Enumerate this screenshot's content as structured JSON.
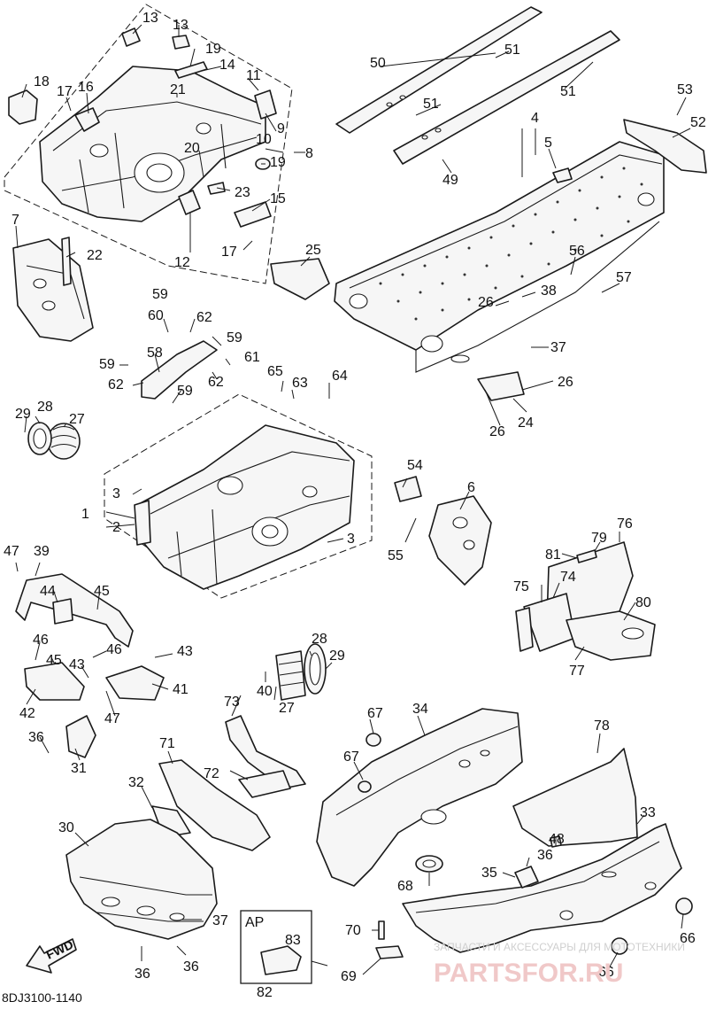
{
  "diagram": {
    "part_code": "8DJ3100-1140",
    "inset_label": "AP",
    "fwd_label": "FWD",
    "watermark_text": "ЗАПЧАСТИ И АКСЕССУАРЫ ДЛЯ МОТОТЕХНИКИ",
    "watermark_logo": "PARTSFOR.RU",
    "callouts": [
      {
        "id": "c1",
        "label": "1"
      },
      {
        "id": "c2",
        "label": "2"
      },
      {
        "id": "c3a",
        "label": "3"
      },
      {
        "id": "c3b",
        "label": "3"
      },
      {
        "id": "c4",
        "label": "4"
      },
      {
        "id": "c5",
        "label": "5"
      },
      {
        "id": "c6",
        "label": "6"
      },
      {
        "id": "c7",
        "label": "7"
      },
      {
        "id": "c8",
        "label": "8"
      },
      {
        "id": "c9",
        "label": "9"
      },
      {
        "id": "c10",
        "label": "10"
      },
      {
        "id": "c11",
        "label": "11"
      },
      {
        "id": "c12",
        "label": "12"
      },
      {
        "id": "c13a",
        "label": "13"
      },
      {
        "id": "c13b",
        "label": "13"
      },
      {
        "id": "c14",
        "label": "14"
      },
      {
        "id": "c15",
        "label": "15"
      },
      {
        "id": "c16",
        "label": "16"
      },
      {
        "id": "c17a",
        "label": "17"
      },
      {
        "id": "c17b",
        "label": "17"
      },
      {
        "id": "c18",
        "label": "18"
      },
      {
        "id": "c19a",
        "label": "19"
      },
      {
        "id": "c19b",
        "label": "19"
      },
      {
        "id": "c20",
        "label": "20"
      },
      {
        "id": "c21",
        "label": "21"
      },
      {
        "id": "c22",
        "label": "22"
      },
      {
        "id": "c23",
        "label": "23"
      },
      {
        "id": "c24",
        "label": "24"
      },
      {
        "id": "c25",
        "label": "25"
      },
      {
        "id": "c26a",
        "label": "26"
      },
      {
        "id": "c26b",
        "label": "26"
      },
      {
        "id": "c26c",
        "label": "26"
      },
      {
        "id": "c27a",
        "label": "27"
      },
      {
        "id": "c27b",
        "label": "27"
      },
      {
        "id": "c28a",
        "label": "28"
      },
      {
        "id": "c28b",
        "label": "28"
      },
      {
        "id": "c29a",
        "label": "29"
      },
      {
        "id": "c29b",
        "label": "29"
      },
      {
        "id": "c30",
        "label": "30"
      },
      {
        "id": "c31",
        "label": "31"
      },
      {
        "id": "c32",
        "label": "32"
      },
      {
        "id": "c33",
        "label": "33"
      },
      {
        "id": "c34",
        "label": "34"
      },
      {
        "id": "c35",
        "label": "35"
      },
      {
        "id": "c36a",
        "label": "36"
      },
      {
        "id": "c36b",
        "label": "36"
      },
      {
        "id": "c36c",
        "label": "36"
      },
      {
        "id": "c36d",
        "label": "36"
      },
      {
        "id": "c37a",
        "label": "37"
      },
      {
        "id": "c37b",
        "label": "37"
      },
      {
        "id": "c38",
        "label": "38"
      },
      {
        "id": "c39",
        "label": "39"
      },
      {
        "id": "c40",
        "label": "40"
      },
      {
        "id": "c41",
        "label": "41"
      },
      {
        "id": "c42",
        "label": "42"
      },
      {
        "id": "c43a",
        "label": "43"
      },
      {
        "id": "c43b",
        "label": "43"
      },
      {
        "id": "c44",
        "label": "44"
      },
      {
        "id": "c45a",
        "label": "45"
      },
      {
        "id": "c45b",
        "label": "45"
      },
      {
        "id": "c46a",
        "label": "46"
      },
      {
        "id": "c46b",
        "label": "46"
      },
      {
        "id": "c47a",
        "label": "47"
      },
      {
        "id": "c47b",
        "label": "47"
      },
      {
        "id": "c48",
        "label": "48"
      },
      {
        "id": "c49",
        "label": "49"
      },
      {
        "id": "c50",
        "label": "50"
      },
      {
        "id": "c51a",
        "label": "51"
      },
      {
        "id": "c51b",
        "label": "51"
      },
      {
        "id": "c51c",
        "label": "51"
      },
      {
        "id": "c52",
        "label": "52"
      },
      {
        "id": "c53",
        "label": "53"
      },
      {
        "id": "c54",
        "label": "54"
      },
      {
        "id": "c55",
        "label": "55"
      },
      {
        "id": "c56",
        "label": "56"
      },
      {
        "id": "c57",
        "label": "57"
      },
      {
        "id": "c58",
        "label": "58"
      },
      {
        "id": "c59a",
        "label": "59"
      },
      {
        "id": "c59b",
        "label": "59"
      },
      {
        "id": "c59c",
        "label": "59"
      },
      {
        "id": "c59d",
        "label": "59"
      },
      {
        "id": "c60",
        "label": "60"
      },
      {
        "id": "c61",
        "label": "61"
      },
      {
        "id": "c62a",
        "label": "62"
      },
      {
        "id": "c62b",
        "label": "62"
      },
      {
        "id": "c62c",
        "label": "62"
      },
      {
        "id": "c63",
        "label": "63"
      },
      {
        "id": "c64",
        "label": "64"
      },
      {
        "id": "c65",
        "label": "65"
      },
      {
        "id": "c66a",
        "label": "66"
      },
      {
        "id": "c66b",
        "label": "66"
      },
      {
        "id": "c67a",
        "label": "67"
      },
      {
        "id": "c67b",
        "label": "67"
      },
      {
        "id": "c68",
        "label": "68"
      },
      {
        "id": "c69",
        "label": "69"
      },
      {
        "id": "c70",
        "label": "70"
      },
      {
        "id": "c71",
        "label": "71"
      },
      {
        "id": "c72",
        "label": "72"
      },
      {
        "id": "c73",
        "label": "73"
      },
      {
        "id": "c74",
        "label": "74"
      },
      {
        "id": "c75",
        "label": "75"
      },
      {
        "id": "c76",
        "label": "76"
      },
      {
        "id": "c77",
        "label": "77"
      },
      {
        "id": "c78",
        "label": "78"
      },
      {
        "id": "c79",
        "label": "79"
      },
      {
        "id": "c80",
        "label": "80"
      },
      {
        "id": "c81",
        "label": "81"
      },
      {
        "id": "c82",
        "label": "82"
      },
      {
        "id": "c83",
        "label": "83"
      }
    ]
  }
}
